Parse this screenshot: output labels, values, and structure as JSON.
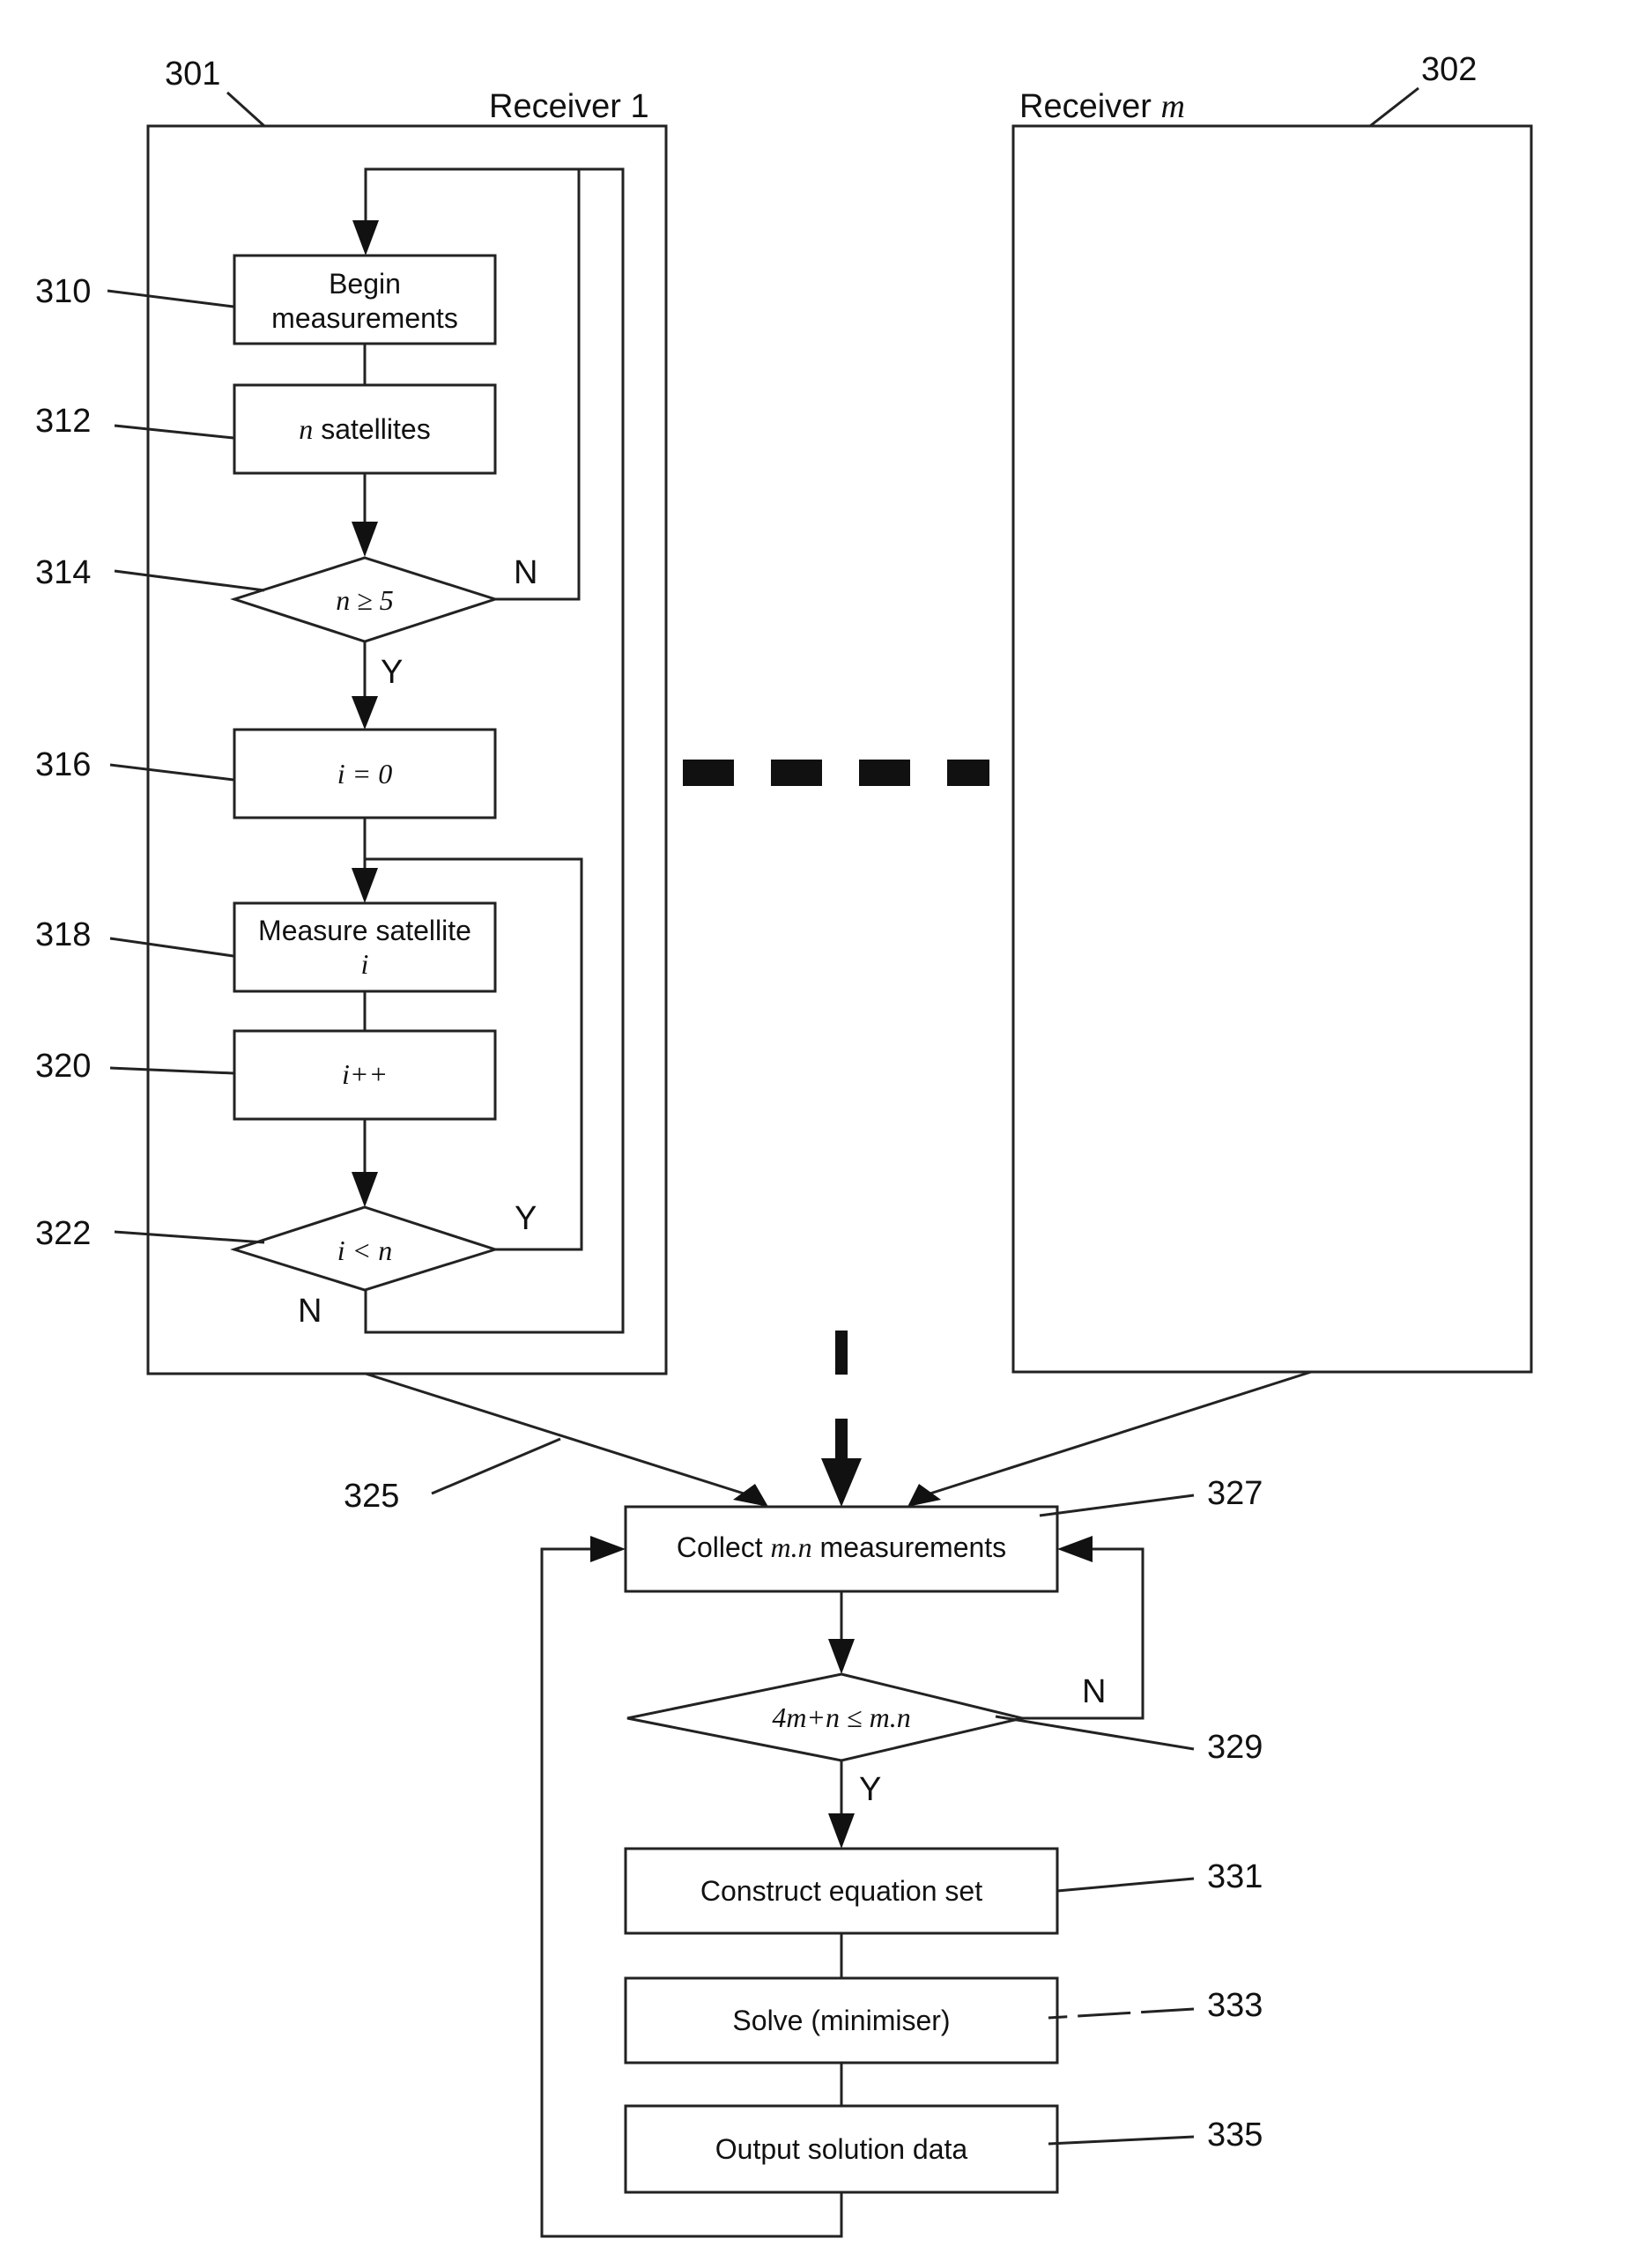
{
  "receivers": {
    "first": {
      "ref": "301",
      "title": "Receiver 1"
    },
    "last": {
      "ref": "302",
      "title_text": "Receiver ",
      "title_var": "m"
    }
  },
  "steps": {
    "s310": {
      "ref": "310",
      "line1": "Begin",
      "line2": "measurements"
    },
    "s312": {
      "ref": "312",
      "var": "n",
      "text": " satellites"
    },
    "s314": {
      "ref": "314",
      "condition": "n ≥ 5",
      "no": "N",
      "yes": "Y"
    },
    "s316": {
      "ref": "316",
      "text": "i = 0"
    },
    "s318": {
      "ref": "318",
      "line1": "Measure satellite",
      "line2": "i"
    },
    "s320": {
      "ref": "320",
      "text": "i++"
    },
    "s322": {
      "ref": "322",
      "condition": "i < n",
      "yes": "Y",
      "no": "N"
    },
    "s325": {
      "ref": "325"
    },
    "s327": {
      "ref": "327",
      "pre": "Collect ",
      "var": "m.n",
      "post": " measurements"
    },
    "s329": {
      "ref": "329",
      "condition": "4m+n ≤ m.n",
      "no": "N",
      "yes": "Y"
    },
    "s331": {
      "ref": "331",
      "text": "Construct equation set"
    },
    "s333": {
      "ref": "333",
      "text": "Solve (minimiser)"
    },
    "s335": {
      "ref": "335",
      "text": "Output solution data"
    }
  }
}
